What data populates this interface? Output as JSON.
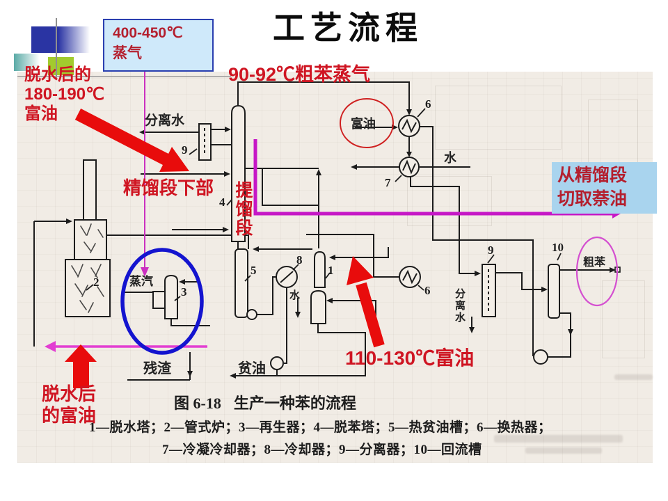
{
  "title": "工艺流程",
  "annotations": {
    "steam_box": {
      "line1": "400-450℃",
      "line2": "蒸气"
    },
    "dehydrated_rich_oil_top": {
      "line1": "脱水后的",
      "line2": "180-190℃",
      "line3": "富油"
    },
    "crude_benzene_vapor": "90-92℃粗苯蒸气",
    "rectifying_section_lower": "精馏段下部",
    "stripping_section": "提馏段",
    "naphthalene_cut_box": {
      "line1": "从精馏段",
      "line2": "切取萘油"
    },
    "rich_oil_110_130": "110-130℃富油",
    "dehydrated_rich_oil_bottom": {
      "line1": "脱水后",
      "line2": "的富油"
    }
  },
  "diagram": {
    "labels": {
      "separated_water_top": "分离水",
      "steam_small": "蒸汽",
      "residue": "残渣",
      "lean_oil": "贫油",
      "rich_oil_circled": "富油",
      "water_top": "水",
      "water_mid": "水",
      "separated_water_right": "分离水",
      "crude_benzene": "粗苯"
    },
    "numbers": {
      "n1": "1",
      "n2": "2",
      "n3": "3",
      "n4": "4",
      "n5": "5",
      "n6a": "6",
      "n6b": "6",
      "n7": "7",
      "n8": "8",
      "n9a": "9",
      "n9b": "9",
      "n10": "10"
    }
  },
  "caption": {
    "figure_no": "图 6-18",
    "figure_title": "生产一种苯的流程"
  },
  "legend": {
    "line1": "1—脱水塔；2—管式炉；3—再生器；4—脱苯塔；5—热贫油槽；6—换热器；",
    "line2": "7—冷凝冷却器；8—冷却器；9—分离器；10—回流槽"
  },
  "colors": {
    "annotation_red": "#cf1522",
    "arrow_red": "#e80c0c",
    "highlight_magenta": "#c617c6",
    "circle_blue": "#1414cf",
    "steam_box_fill": "#cfe9fa",
    "naphthalene_box_fill": "#a9d4ee"
  }
}
